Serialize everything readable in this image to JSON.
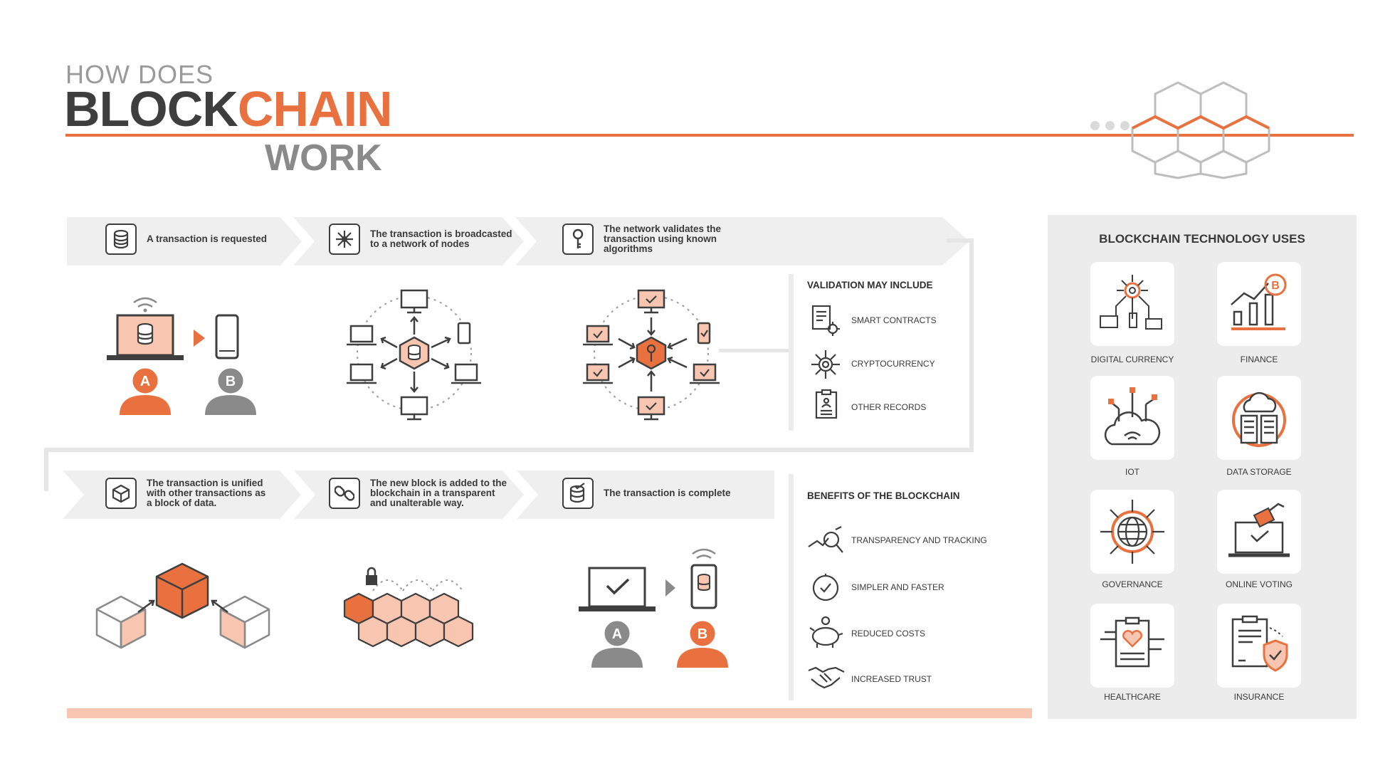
{
  "header": {
    "how": "HOW DOES",
    "blockchain_dark": "BLOCK",
    "blockchain_orange": "CHAIN",
    "work": "WORK"
  },
  "steps": [
    {
      "text": "A transaction is requested"
    },
    {
      "text": "The transaction is broadcasted to a network of nodes"
    },
    {
      "text": "The network validates the transaction using known algorithms"
    },
    {
      "text": "The transaction is unified with other transactions as a block of data."
    },
    {
      "text": "The new block is added to the blockchain in a transparent and unalterable way."
    },
    {
      "text": "The transaction is complete"
    }
  ],
  "users": {
    "a": "A",
    "b": "B"
  },
  "validation": {
    "title": "VALIDATION MAY INCLUDE",
    "items": [
      "SMART CONTRACTS",
      "CRYPTOCURRENCY",
      "OTHER RECORDS"
    ]
  },
  "benefits": {
    "title": "BENEFITS OF THE BLOCKCHAIN",
    "items": [
      "TRANSPARENCY AND TRACKING",
      "SIMPLER AND FASTER",
      "REDUCED COSTS",
      "INCREASED TRUST"
    ]
  },
  "uses": {
    "title": "BLOCKCHAIN TECHNOLOGY USES",
    "items": [
      "DIGITAL CURRENCY",
      "FINANCE",
      "IOT",
      "DATA STORAGE",
      "GOVERNANCE",
      "ONLINE VOTING",
      "HEALTHCARE",
      "INSURANCE"
    ]
  },
  "colors": {
    "accent": "#e8713f",
    "dark": "#3e3e3e",
    "gray": "#8a8a8a",
    "light": "#efefef",
    "peach": "#f8c5b0"
  }
}
